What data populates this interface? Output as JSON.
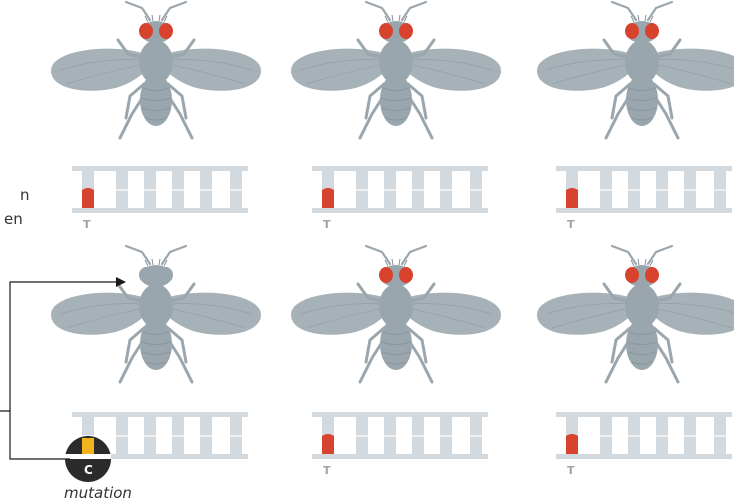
{
  "colors": {
    "fly_body": "#9aa6ad",
    "fly_body_dark": "#87939a",
    "wing": "#a7b2b8",
    "eye_red": "#d8432d",
    "dna_rail": "#d3dadf",
    "base_red": "#d8432d",
    "mutation_yellow": "#f2b41d",
    "mutation_disc": "#2b2b2b",
    "connector": "#1a1a1a",
    "text": "#333333"
  },
  "left_text_fragments": {
    "line1": "n",
    "line2": "en"
  },
  "flies": [
    {
      "row": 1,
      "col": 1,
      "eye_color": "red"
    },
    {
      "row": 1,
      "col": 2,
      "eye_color": "red"
    },
    {
      "row": 1,
      "col": 3,
      "eye_color": "red"
    },
    {
      "row": 2,
      "col": 1,
      "eye_color": "none"
    },
    {
      "row": 2,
      "col": 2,
      "eye_color": "red"
    },
    {
      "row": 2,
      "col": 3,
      "eye_color": "red"
    }
  ],
  "dna_strips": [
    {
      "row": 1,
      "col": 1,
      "base_letter": "T",
      "mutated": false
    },
    {
      "row": 1,
      "col": 2,
      "base_letter": "T",
      "mutated": false
    },
    {
      "row": 1,
      "col": 3,
      "base_letter": "T",
      "mutated": false
    },
    {
      "row": 2,
      "col": 1,
      "base_letter": "C",
      "mutated": true
    },
    {
      "row": 2,
      "col": 2,
      "base_letter": "T",
      "mutated": false
    },
    {
      "row": 2,
      "col": 3,
      "base_letter": "T",
      "mutated": false
    }
  ],
  "mutation_label": "mutation"
}
